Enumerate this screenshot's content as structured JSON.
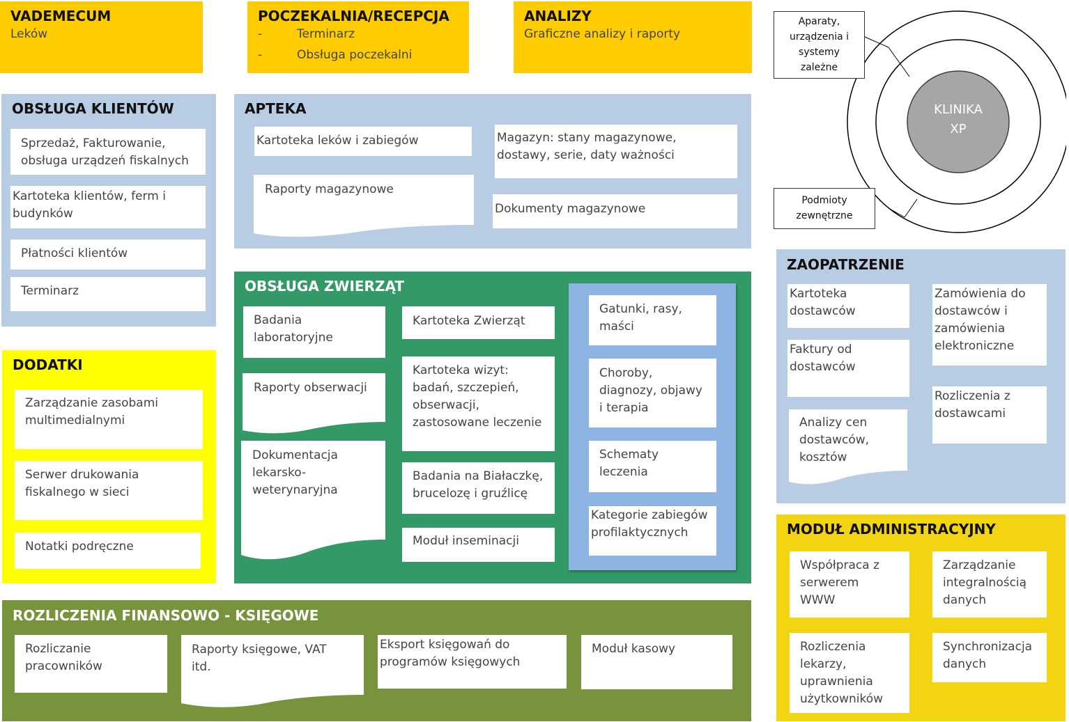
{
  "vademecum": {
    "title": "VADEMECUM",
    "subtitle": "Leków"
  },
  "poczekalnia": {
    "title": "POCZEKALNIA/RECEPCJA",
    "bullet": "-",
    "items": [
      "Terminarz",
      "Obsługa poczekalni"
    ]
  },
  "analizy": {
    "title": "ANALIZY",
    "subtitle": "Graficzne analizy i raporty"
  },
  "klienci": {
    "title": "OBSŁUGA KLIENTÓW",
    "items": [
      "Sprzedaż, Fakturowanie,\nobsługa urządzeń fiskalnych",
      "Kartoteka klientów, ferm i\nbudynków",
      "Płatności  klientów",
      "Terminarz"
    ]
  },
  "apteka": {
    "title": "APTEKA",
    "items": [
      "Kartoteka leków i zabiegów",
      "Magazyn: stany magazynowe,\ndostawy, serie, daty ważności",
      "Raporty magazynowe",
      "Dokumenty magazynowe"
    ]
  },
  "zwierzeta": {
    "title": "OBSŁUGA ZWIERZĄT",
    "items": [
      "Badania\nlaboratoryjne",
      "Kartoteka Zwierząt",
      "Raporty obserwacji",
      "Kartoteka wizyt:\nbadań, szczepień,\nobserwacji,\nzastosowane leczenie",
      "Dokumentacja\nlekarsko-\nweterynaryjna",
      "Badania  na Białaczkę,\nbrucelozę i gruźlicę",
      "Moduł inseminacji"
    ],
    "inner": [
      "Gatunki,  rasy,\nmaści",
      "Choroby,\ndiagnozy, objawy\ni terapia",
      "Schematy\nleczenia",
      "Kategorie zabiegów\nprofilaktycznych"
    ]
  },
  "dodatki": {
    "title": "DODATKI",
    "items": [
      "Zarządzanie zasobami\nmultimedialnymi",
      "Serwer drukowania\nfiskalnego w sieci",
      "Notatki podręczne"
    ]
  },
  "rozliczenia": {
    "title": "ROZLICZENIA FINANSOWO  - KSIĘGOWE",
    "items": [
      "Rozliczanie\npracowników",
      "Raporty księgowe, VAT\nitd.",
      "Eksport księgowań do\nprogramów księgowych",
      "Moduł kasowy"
    ]
  },
  "zaopatrzenie": {
    "title": "ZAOPATRZENIE",
    "items": [
      "Kartoteka\ndostawców",
      "Zamówienia do\ndostawców i\nzamówienia\nelektroniczne",
      "Faktury od\ndostawców",
      "Rozliczenia z\ndostawcami",
      "Analizy cen\ndostawców,\nkosztów"
    ]
  },
  "administracyjny": {
    "title": "MODUŁ ADMINISTRACYJNY",
    "items": [
      "Współpraca z\nserwerem\nWWW",
      "Zarządzanie\nintegralnością\ndanych",
      "Rozliczenia\nlekarzy,\nuprawnienia\nużytkowników",
      "Synchronizacja\ndanych"
    ]
  },
  "klinika": {
    "center": "KLINIKA\nXP",
    "label_top": "Aparaty,\nurządzenia i\nsystemy\nzależne",
    "label_bottom": "Podmioty\nzewnętrzne"
  },
  "colors": {
    "gold": "#FFCC00",
    "lightblue": "#B8CCE4",
    "green": "#339966",
    "yellow": "#FFFF00",
    "olive": "#77933C",
    "midblue": "#8EB4E3",
    "adminyellow": "#F2D410",
    "circle": "#A6A6A6"
  }
}
